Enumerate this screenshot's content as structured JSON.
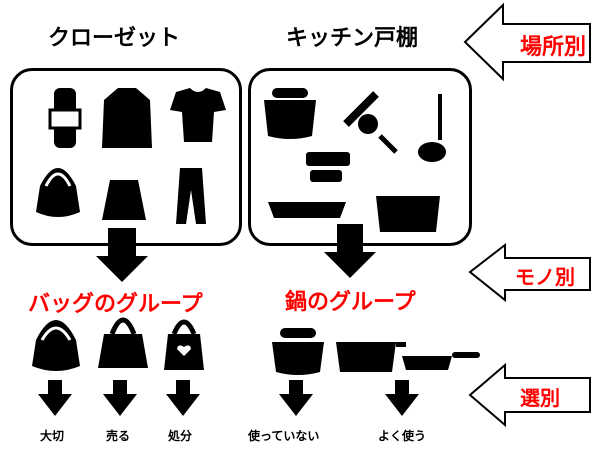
{
  "headings": {
    "closet": "クローゼット",
    "kitchen": "キッチン戸棚"
  },
  "side_arrows": [
    "場所別",
    "モノ別",
    "選別"
  ],
  "groups": {
    "bag": "バッグのグループ",
    "pot": "鍋のグループ"
  },
  "bag_labels": [
    "大切",
    "売る",
    "処分"
  ],
  "pot_labels": [
    "使っていない",
    "よく使う"
  ],
  "colors": {
    "accent": "#ff0000",
    "ink": "#000000"
  }
}
